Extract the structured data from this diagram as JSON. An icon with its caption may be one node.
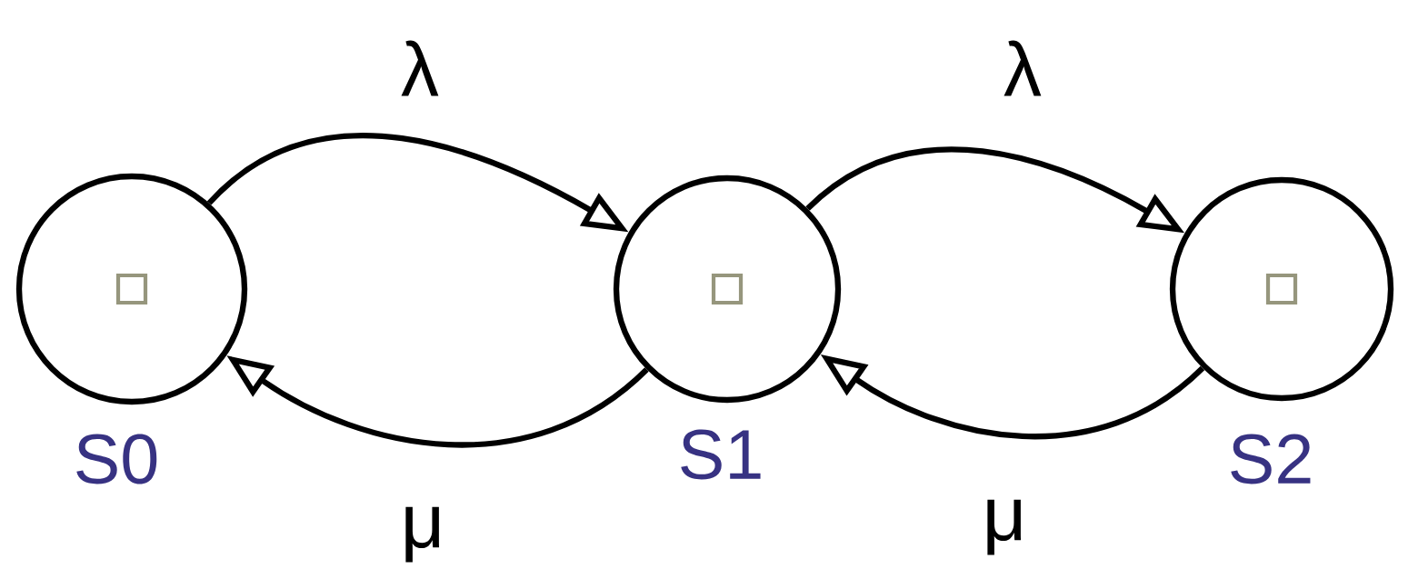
{
  "diagram": {
    "nodes": [
      {
        "text": [],
        "shape": "circle",
        "beside": [
          "S0"
        ]
      },
      {
        "text": [],
        "shape": "circle",
        "beside": [
          "S1"
        ]
      },
      {
        "text": [],
        "shape": "circle",
        "beside": [
          "S2"
        ]
      }
    ],
    "edges": [
      {
        "from": 0,
        "to": 1,
        "arrow": "to",
        "label": "λ"
      },
      {
        "from": 1,
        "to": 0,
        "arrow": "to",
        "label": "μ"
      },
      {
        "from": 1,
        "to": 2,
        "arrow": "to",
        "label": "λ"
      },
      {
        "from": 2,
        "to": 1,
        "arrow": "to",
        "label": "μ"
      }
    ]
  }
}
